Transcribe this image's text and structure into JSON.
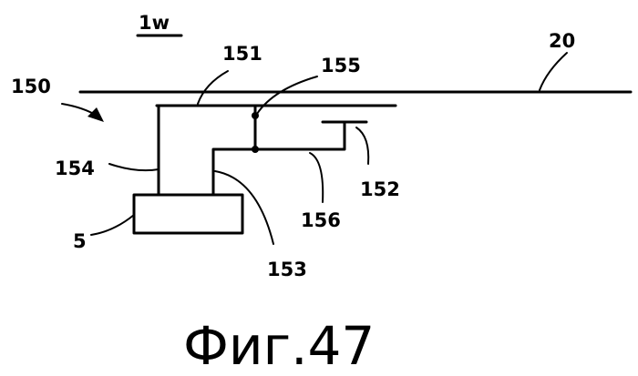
{
  "labels": {
    "view_id": "1w",
    "l20": "20",
    "l150": "150",
    "l151": "151",
    "l152": "152",
    "l153": "153",
    "l154": "154",
    "l155": "155",
    "l156": "156",
    "l5": "5"
  },
  "caption": "Фиг.47"
}
